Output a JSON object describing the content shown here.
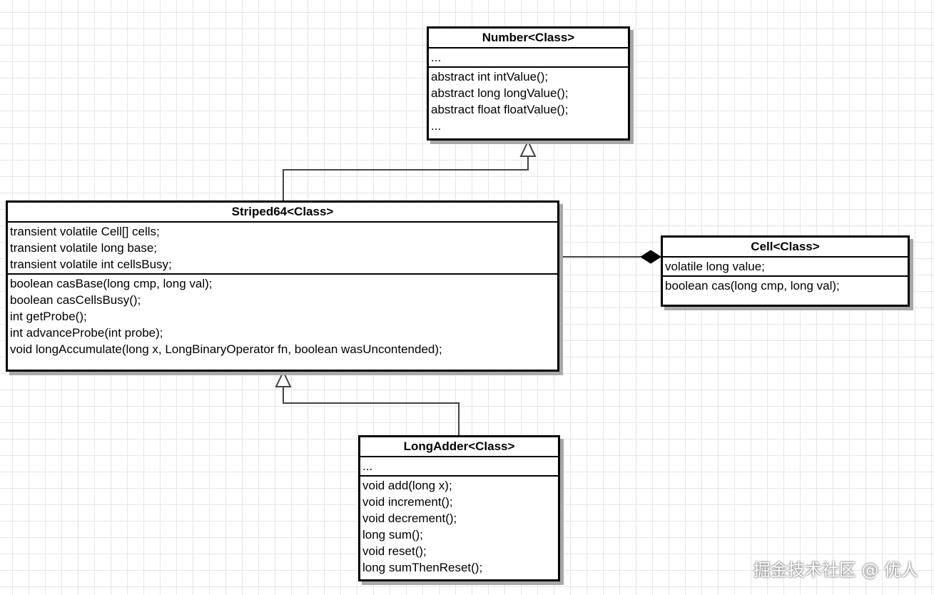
{
  "classes": {
    "number": {
      "title": "Number<Class>",
      "attributes": [
        "..."
      ],
      "methods": [
        "abstract int intValue();",
        "abstract long longValue();",
        "abstract float floatValue();",
        "..."
      ]
    },
    "striped64": {
      "title": "Striped64<Class>",
      "attributes": [
        "transient volatile Cell[] cells;",
        "transient volatile long base;",
        "transient volatile int cellsBusy;"
      ],
      "methods": [
        "boolean casBase(long cmp, long val);",
        "boolean casCellsBusy();",
        "int getProbe();",
        "int advanceProbe(int probe);",
        "void longAccumulate(long x, LongBinaryOperator fn, boolean wasUncontended);"
      ]
    },
    "cell": {
      "title": "Cell<Class>",
      "attributes": [
        "volatile long value;"
      ],
      "methods": [
        "boolean cas(long cmp, long val);"
      ]
    },
    "longadder": {
      "title": "LongAdder<Class>",
      "attributes": [
        "..."
      ],
      "methods": [
        "void add(long x);",
        "void increment();",
        "void decrement();",
        "long sum();",
        "void reset();",
        "long sumThenReset();"
      ]
    }
  },
  "relations": [
    {
      "type": "inheritance",
      "from": "Striped64<Class>",
      "to": "Number<Class>"
    },
    {
      "type": "inheritance",
      "from": "LongAdder<Class>",
      "to": "Striped64<Class>"
    },
    {
      "type": "composition",
      "from": "Striped64<Class>",
      "to": "Cell<Class>"
    }
  ],
  "watermark": "掘金技术社区 @ 优人"
}
